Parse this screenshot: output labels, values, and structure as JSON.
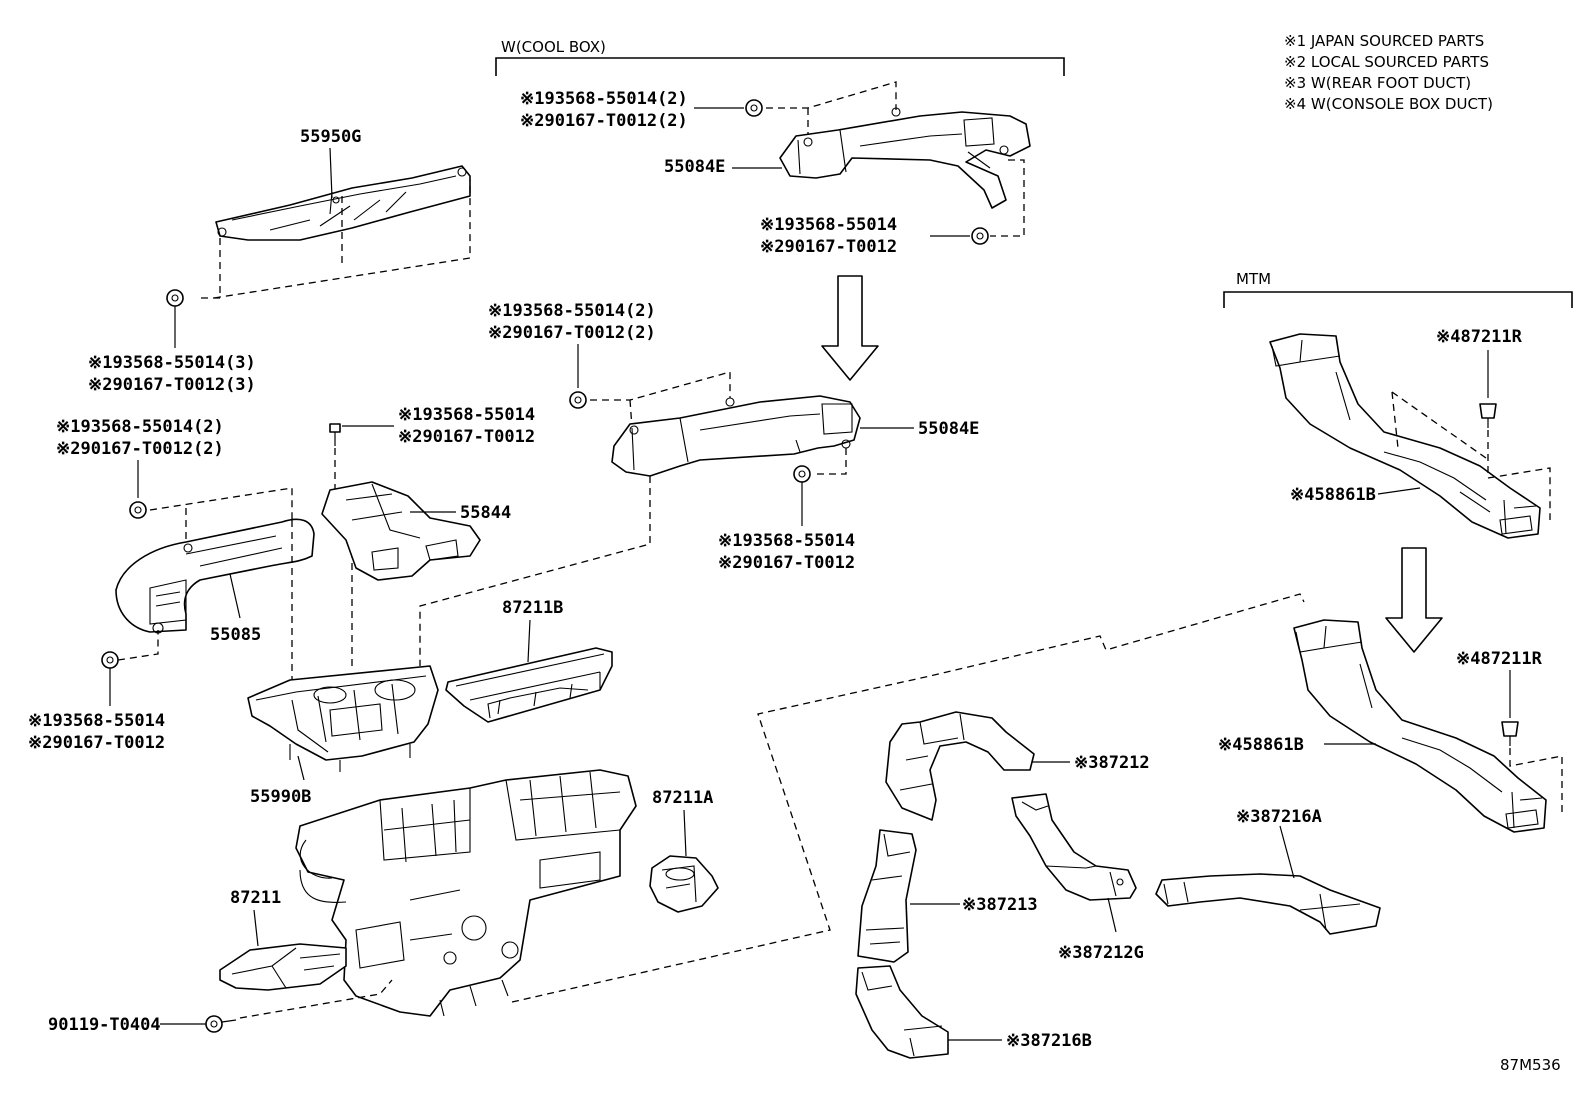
{
  "legend": [
    "※1 JAPAN SOURCED PARTS",
    "※2 LOCAL SOURCED PARTS",
    "※3 W(REAR FOOT DUCT)",
    "※4 W(CONSOLE BOX DUCT)"
  ],
  "groups": {
    "cool_box": "W(COOL BOX)",
    "mtm": "MTM"
  },
  "labels": {
    "p55950g": "55950G",
    "c193_3": "※193568-55014(3)",
    "c290_3": "※290167-T0012(3)",
    "c193_2a": "※193568-55014(2)",
    "c290_2a": "※290167-T0012(2)",
    "c193_a": "※193568-55014",
    "c290_a": "※290167-T0012",
    "p55085": "55085",
    "c193_b": "※193568-55014",
    "c290_b": "※290167-T0012",
    "p55844": "55844",
    "p55990b": "55990B",
    "p87211b": "87211B",
    "p87211a": "87211A",
    "p87211": "87211",
    "p90119": "90119-T0404",
    "c193_2c": "※193568-55014(2)",
    "c290_2c": "※290167-T0012(2)",
    "p55084e_top": "55084E",
    "c193_c": "※193568-55014",
    "c290_c": "※290167-T0012",
    "c193_2d": "※193568-55014(2)",
    "c290_2d": "※290167-T0012(2)",
    "p55084e_mid": "55084E",
    "c193_d": "※193568-55014",
    "c290_d": "※290167-T0012",
    "p87212": "※387212",
    "p87213": "※387213",
    "p87212g": "※387212G",
    "p87216a": "※387216A",
    "p87216b": "※387216B",
    "p87211r_top": "※487211R",
    "p58861b_top": "※458861B",
    "p87211r_bot": "※487211R",
    "p58861b_bot": "※458861B",
    "diagram_code": "87M536"
  }
}
